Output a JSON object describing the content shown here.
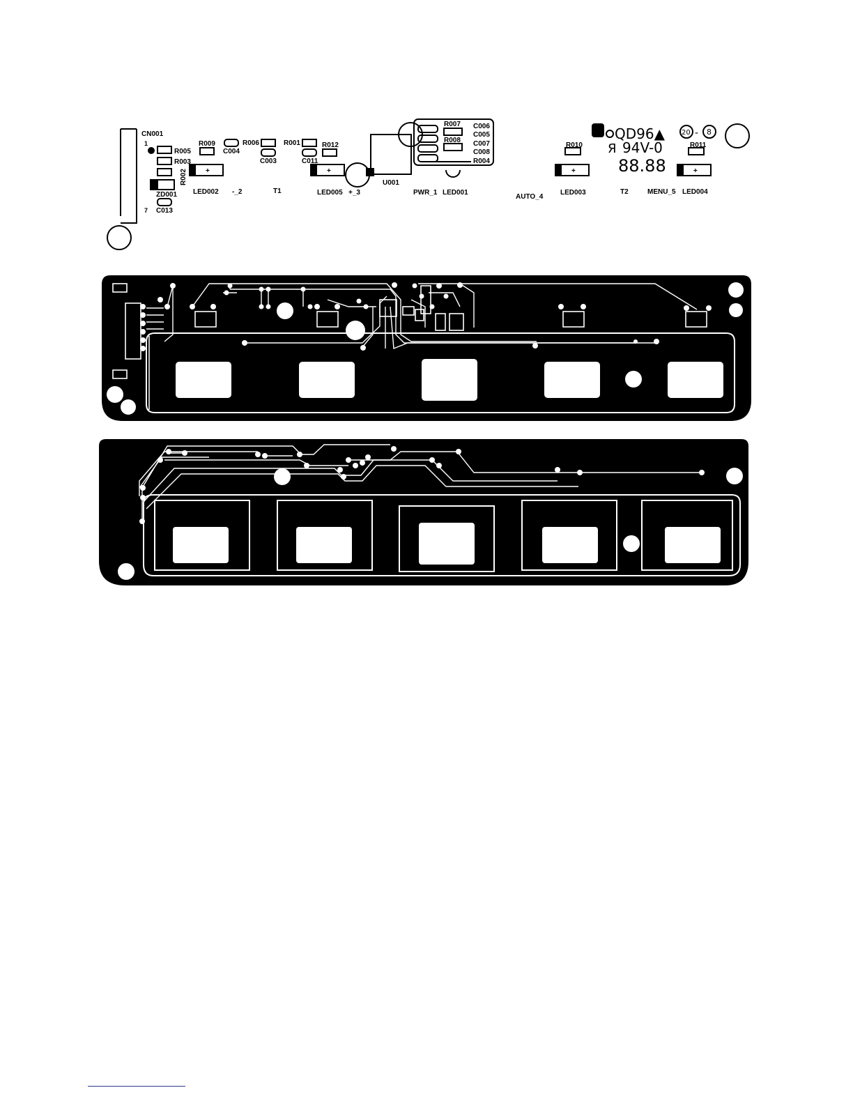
{
  "silkscreen": {
    "cn001": "CN001",
    "pin_first": "1",
    "pin_last": "7",
    "r005": "R005",
    "r003": "R003",
    "r002": "R002",
    "zd001": "ZD001",
    "c013": "C013",
    "r009": "R009",
    "c004": "C004",
    "r006": "R006",
    "c003": "C003",
    "r001": "R001",
    "c011": "C011",
    "r012": "R012",
    "u001": "U001",
    "r007": "R007",
    "r008": "R008",
    "c006": "C006",
    "c005": "C005",
    "c007": "C007",
    "c008": "C008",
    "r004": "R004",
    "led002": "LED002",
    "minus_2": "-_2",
    "t1": "T1",
    "led005": "LED005",
    "plus_3": "+_3",
    "pwr_1": "PWR_1",
    "led001": "LED001",
    "auto_4": "AUTO_4",
    "led003": "LED003",
    "r010": "R010",
    "t2": "T2",
    "menu_5": "MENU_5",
    "led004": "LED004",
    "r011": "R011",
    "mfr_code": "QD96▲",
    "flammability": "94V-0",
    "ul_mark": "Я",
    "display_digits": "88.88",
    "date_code_a": "20",
    "date_code_sep": "-",
    "date_code_b": "8",
    "led_plus": "+"
  },
  "colors": {
    "ink": "#000000",
    "paper": "#ffffff",
    "link": "#2a3a8c"
  },
  "icons": [
    "led-symbol-icon",
    "mounting-hole-icon",
    "recycle-mark-icon",
    "ul-mark-icon"
  ]
}
